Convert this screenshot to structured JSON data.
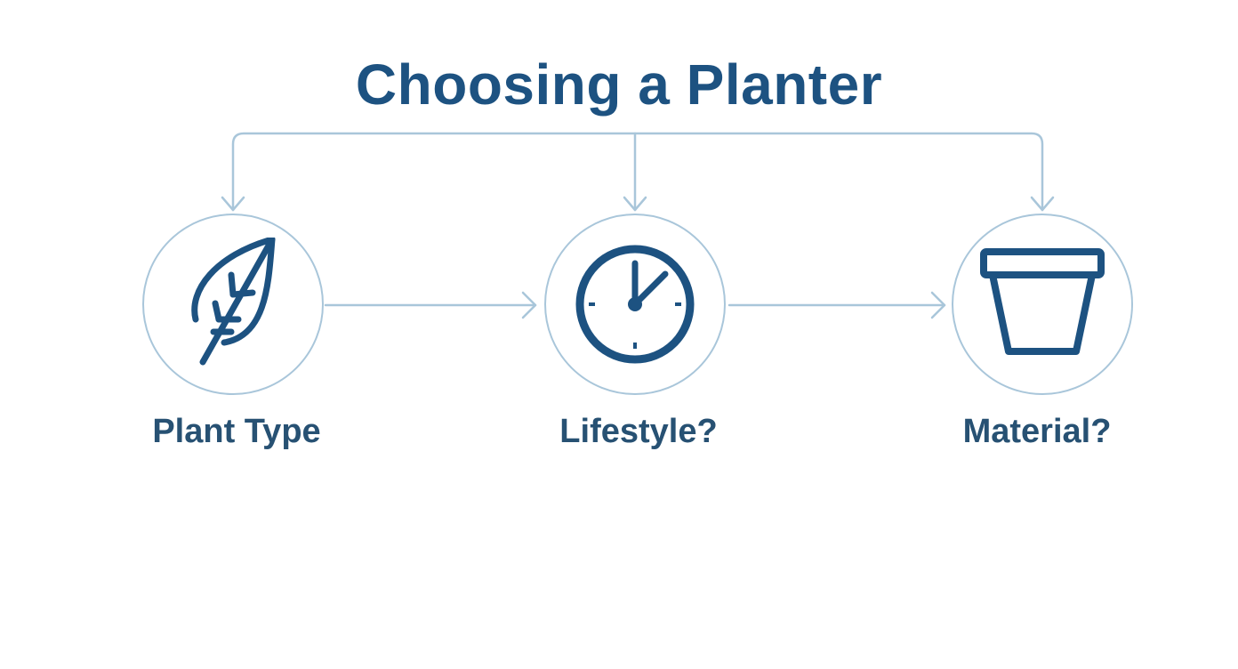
{
  "title": "Choosing a Planter",
  "colors": {
    "primary": "#1d5281",
    "connector": "#a9c6da",
    "label": "#275173",
    "background": "#ffffff"
  },
  "nodes": [
    {
      "label": "Plant Type",
      "icon": "leaf-icon"
    },
    {
      "label": "Lifestyle?",
      "icon": "clock-icon"
    },
    {
      "label": "Material?",
      "icon": "pot-icon"
    }
  ]
}
